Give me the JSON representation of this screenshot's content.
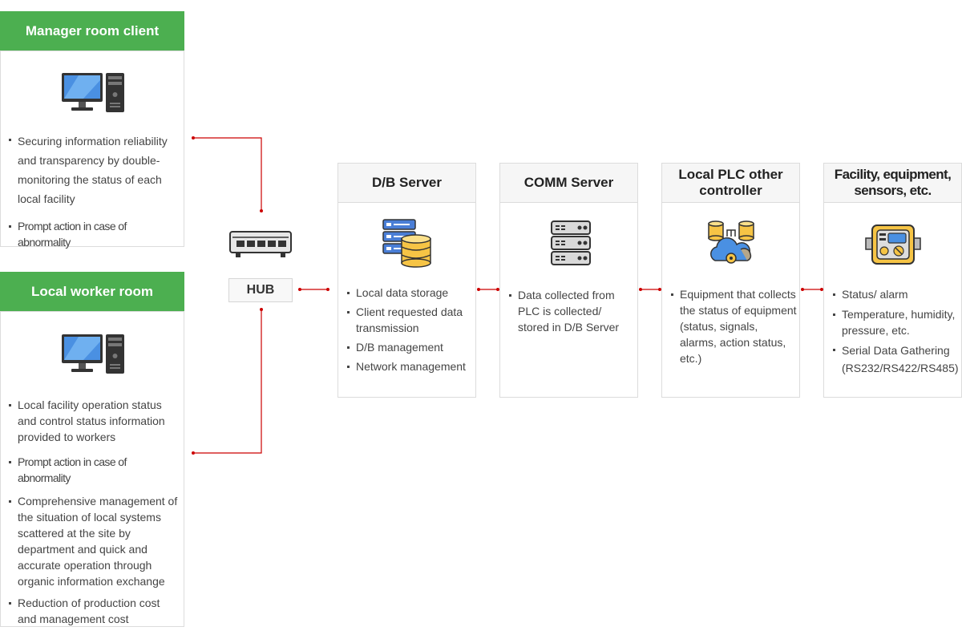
{
  "manager": {
    "title": "Manager room client",
    "items": [
      "Securing information reliability and transparency by double-monitoring the status of each local facility",
      "Prompt action in case of abnormality"
    ]
  },
  "worker": {
    "title": "Local worker room",
    "items": [
      "Local facility operation status and control status information provided to workers",
      "Prompt action in case of abnormality",
      "Comprehensive management of the situation of local systems scattered at the site by department and quick and accurate operation through organic information exchange",
      "Reduction of production cost and management cost"
    ]
  },
  "hub": {
    "label": "HUB"
  },
  "db": {
    "title": "D/B Server",
    "items": [
      "Local data storage",
      "Client requested data transmission",
      "D/B management",
      "Network management"
    ]
  },
  "comm": {
    "title": "COMM Server",
    "items": [
      "Data collected from PLC is collected/ stored in D/B Server"
    ]
  },
  "plc": {
    "title": "Local PLC other controller",
    "items": [
      "Equipment that collects the status of equipment (status, signals, alarms, action status, etc.)"
    ]
  },
  "facility": {
    "title": "Facility, equipment, sensors, etc.",
    "items": [
      "Status/ alarm",
      "Temperature, humidity, pressure, etc.",
      "Serial Data Gathering (RS232/RS422/RS485)"
    ]
  },
  "colors": {
    "green": "#4caf50",
    "connector": "#cc0000",
    "border": "#dcdcdc"
  },
  "icons": [
    "desktop-computer-icon",
    "network-hub-icon",
    "database-server-icon",
    "server-rack-icon",
    "cloud-database-icon",
    "control-panel-icon"
  ]
}
